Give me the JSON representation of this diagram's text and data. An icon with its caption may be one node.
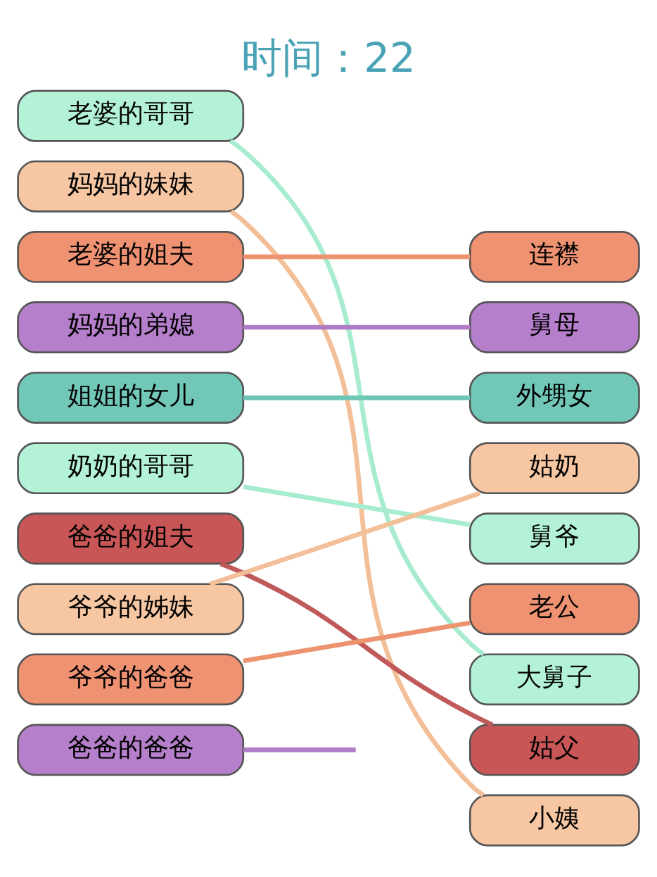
{
  "diagram": {
    "title": "时间：22",
    "nodes": [
      {
        "text": [
          "老婆的哥哥"
        ]
      },
      {
        "text": [
          "妈妈的妹妹"
        ]
      },
      {
        "text": [
          "老婆的姐夫"
        ]
      },
      {
        "text": [
          "妈妈的弟媳"
        ]
      },
      {
        "text": [
          "姐姐的女儿"
        ]
      },
      {
        "text": [
          "奶奶的哥哥"
        ]
      },
      {
        "text": [
          "爸爸的姐夫"
        ]
      },
      {
        "text": [
          "爷爷的姊妹"
        ]
      },
      {
        "text": [
          "爷爷的爸爸"
        ]
      },
      {
        "text": [
          "爸爸的爸爸"
        ]
      },
      {
        "text": [
          "连襟"
        ]
      },
      {
        "text": [
          "舅母"
        ]
      },
      {
        "text": [
          "外甥女"
        ]
      },
      {
        "text": [
          "姑奶"
        ]
      },
      {
        "text": [
          "舅爷"
        ]
      },
      {
        "text": [
          "老公"
        ]
      },
      {
        "text": [
          "大舅子"
        ]
      },
      {
        "text": [
          "姑父"
        ]
      },
      {
        "text": [
          "小姨"
        ]
      }
    ],
    "edges": [
      {
        "from": 0,
        "to": 16,
        "arrow": "none",
        "color": "#a8ecd0"
      },
      {
        "from": 1,
        "to": 18,
        "arrow": "none",
        "color": "#f2bf98"
      },
      {
        "from": 2,
        "to": 10,
        "arrow": "none",
        "color": "#ec9470"
      },
      {
        "from": 3,
        "to": 11,
        "arrow": "none",
        "color": "#b07cc6"
      },
      {
        "from": 4,
        "to": 12,
        "arrow": "none",
        "color": "#6fc5b5"
      },
      {
        "from": 5,
        "to": 14,
        "arrow": "none",
        "color": "#a8ecd0"
      },
      {
        "from": 6,
        "to": 17,
        "arrow": "none",
        "color": "#c05a5a"
      },
      {
        "from": 7,
        "to": 13,
        "arrow": "none",
        "color": "#f2bf98"
      },
      {
        "from": 8,
        "to": 15,
        "arrow": "none",
        "color": "#ec9470"
      },
      {
        "from": 9,
        "to": null,
        "arrow": "none",
        "color": "#b07cc6"
      }
    ]
  }
}
